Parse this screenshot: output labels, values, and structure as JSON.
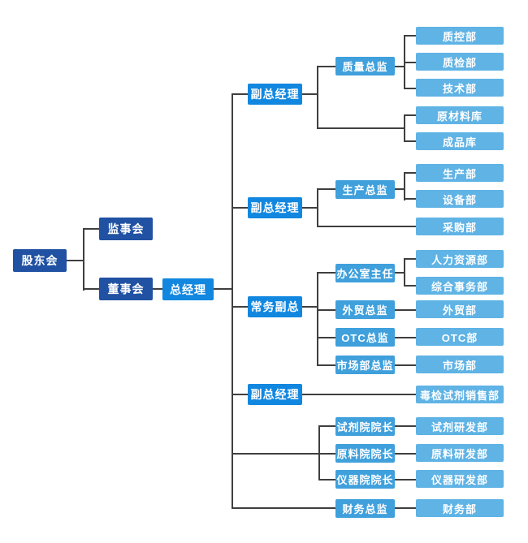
{
  "org": {
    "shareholders_meeting": "股东会",
    "supervisory_board": "监事会",
    "board_of_directors": "董事会",
    "general_manager": "总经理",
    "executives": [
      "副总经理",
      "副总经理",
      "常务副总",
      "副总经理"
    ],
    "directors": [
      "质量总监",
      "生产总监",
      "办公室主任",
      "外贸总监",
      "OTC总监",
      "市场部总监",
      "试剂院院长",
      "原料院院长",
      "仪器院院长",
      "财务总监"
    ],
    "departments": [
      "质控部",
      "质检部",
      "技术部",
      "原材料库",
      "成品库",
      "生产部",
      "设备部",
      "采购部",
      "人力资源部",
      "综合事务部",
      "外贸部",
      "OTC部",
      "市场部",
      "毒检试剂销售部",
      "试剂研发部",
      "原料研发部",
      "仪器研发部",
      "财务部"
    ]
  },
  "colors": {
    "level1_fill": "#2051A2",
    "level2_fill": "#1187E0",
    "level3_fill": "#3FA0DC",
    "level4_fill": "#5FB3E5",
    "connector": "#3F3F3F",
    "text": "#FFFFFF",
    "background": "#FFFFFF"
  }
}
